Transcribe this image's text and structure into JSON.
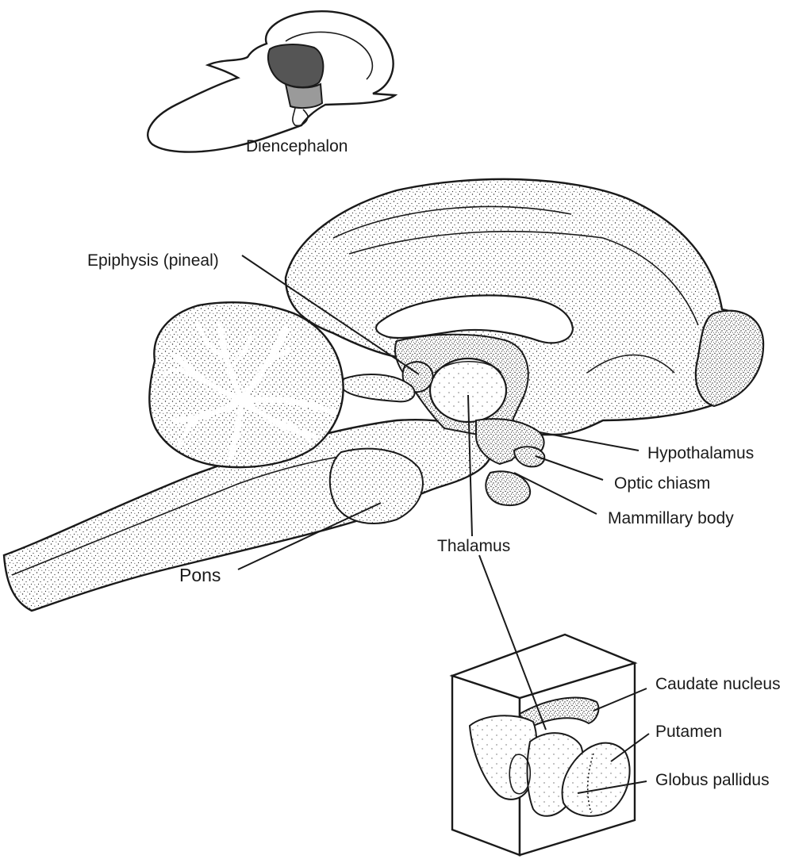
{
  "labels": {
    "diencephalon": "Diencephalon",
    "epiphysis": "Epiphysis (pineal)",
    "hypothalamus": "Hypothalamus",
    "optic_chiasm": "Optic chiasm",
    "mammillary_body": "Mammillary body",
    "thalamus": "Thalamus",
    "pons": "Pons",
    "caudate_nucleus": "Caudate nucleus",
    "putamen": "Putamen",
    "globus_pallidus": "Globus pallidus"
  },
  "colors": {
    "ink": "#1a1a1a",
    "thalamus_fill": "#555555",
    "hypothalamus_fill": "#9a9a9a"
  }
}
